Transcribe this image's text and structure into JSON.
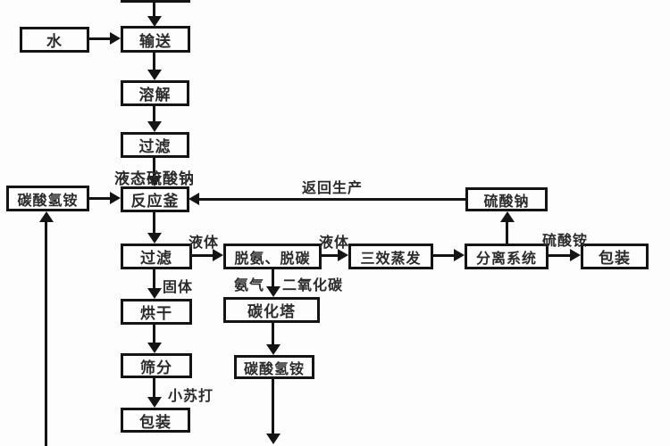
{
  "diagram": {
    "background_color": "#fdfdfd",
    "line_color": "#141414",
    "nodes": {
      "water": "水",
      "convey": "输送",
      "dissolve": "溶解",
      "filter1": "过滤",
      "ammonium_bicarbonate_left": "碳酸氢铵",
      "reactor": "反应釜",
      "filter2": "过滤",
      "deammonia_decarbon": "脱氨、脱碳",
      "triple_effect_evaporation": "三效蒸发",
      "separation_system": "分离系统",
      "sodium_sulfate": "硫酸钠",
      "packaging_right": "包装",
      "drying": "烘干",
      "sieving": "筛分",
      "packaging_bottom": "包装",
      "carbonization_tower": "碳化塔",
      "ammonium_bicarbonate_bottom": "碳酸氢铵"
    },
    "stream_labels": {
      "liquid_sodium_sulfate": "液态硫酸钠",
      "return_to_production": "返回生产",
      "liquid_1": "液体",
      "liquid_2": "液体",
      "solid": "固体",
      "ammonia_gas": "氨气",
      "carbon_dioxide": "二氧化碳",
      "ammonium_sulfate": "硫酸铵",
      "baking_soda": "小苏打"
    }
  }
}
